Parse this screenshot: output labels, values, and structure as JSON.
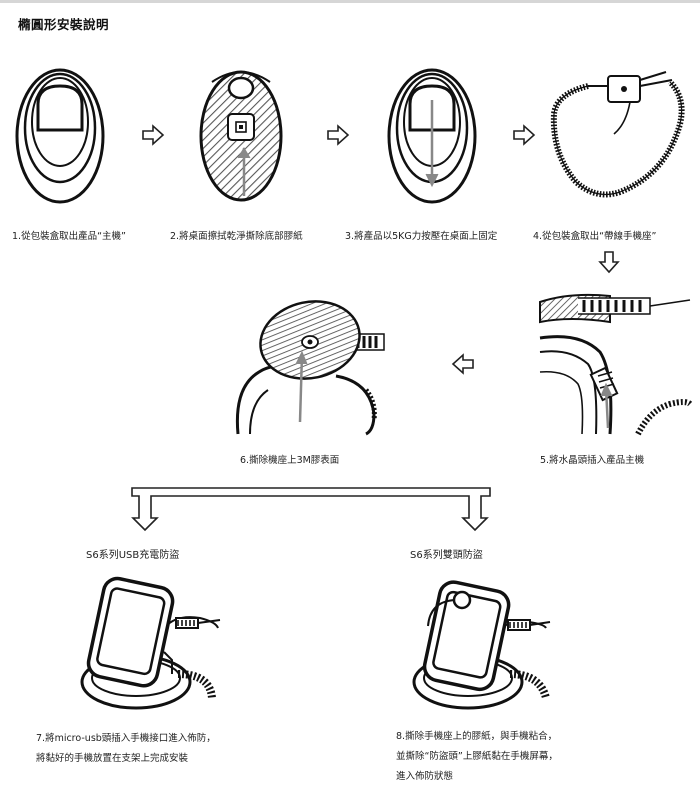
{
  "title": "橢圓形安裝說明",
  "steps": [
    {
      "caption": "1.從包裝盒取出產品“主機”"
    },
    {
      "caption": "2.將桌面擦拭乾淨撕除底部膠紙"
    },
    {
      "caption": "3.將產品以5KG力按壓在桌面上固定"
    },
    {
      "caption": "4.從包裝盒取出“帶線手機座”"
    },
    {
      "caption": "5.將水晶頭插入產品主機"
    },
    {
      "caption": "6.撕除機座上3M膠表面"
    }
  ],
  "branches": {
    "left": {
      "label": "S6系列USB充電防盜",
      "lines": [
        "7.將micro-usb頭插入手機接口進入佈防，",
        "將黏好的手機放置在支架上完成安裝"
      ]
    },
    "right": {
      "label": "S6系列雙頭防盜",
      "lines": [
        "8.撕除手機座上的膠紙，與手機粘合，",
        "並撕除“防盜頭”上膠紙黏在手機屏幕，",
        "進入佈防狀態"
      ]
    }
  },
  "icons": [
    "right-arrow-icon",
    "down-arrow-icon",
    "left-arrow-icon",
    "branch-arrow-icon"
  ]
}
